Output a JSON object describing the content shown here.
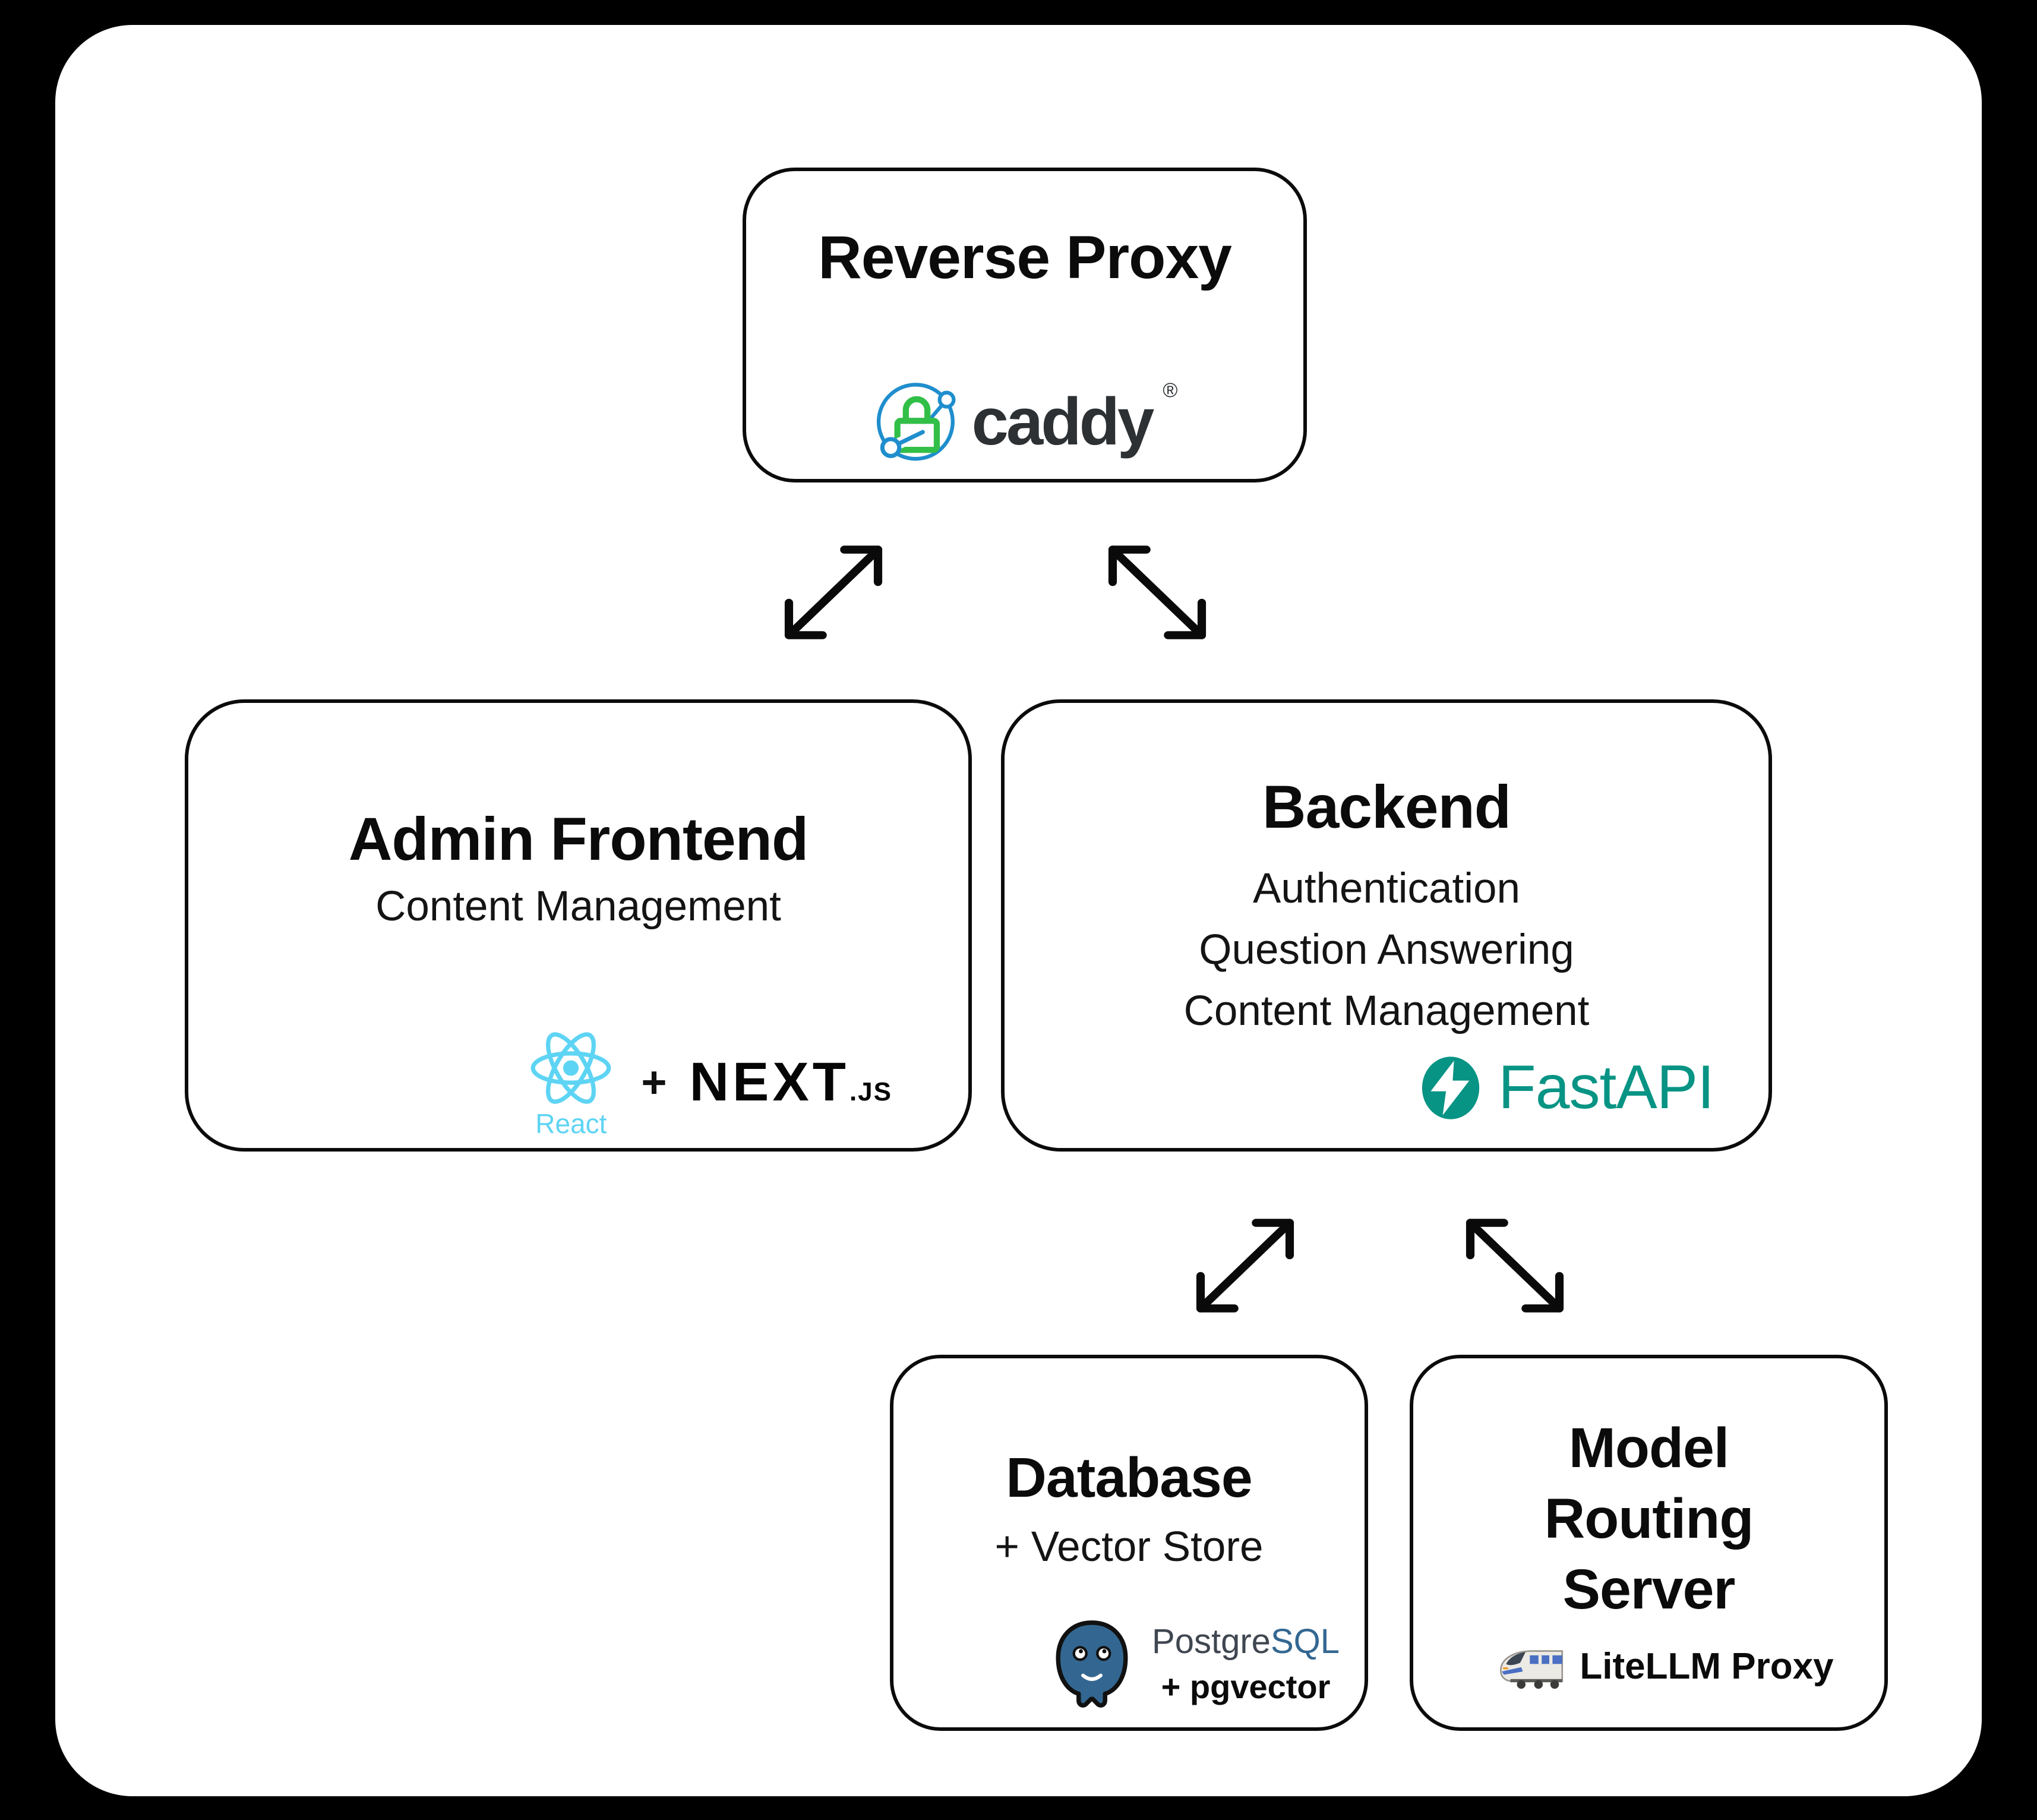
{
  "colors": {
    "background": "#000000",
    "card": "#ffffff",
    "node_border": "#0b0b0b",
    "text": "#0b0b0b",
    "caddy_blue": "#1f8ecd",
    "caddy_green": "#31bf47",
    "caddy_text": "#2d3134",
    "react_cyan": "#5ed4f4",
    "nextjs_black": "#050505",
    "fastapi_teal": "#089484",
    "postgres_blue": "#336791",
    "postgres_text": "#3f4650"
  },
  "nodes": {
    "reverse_proxy": {
      "title": "Reverse Proxy",
      "tech": {
        "name": "Caddy",
        "wordmark": "caddy",
        "registered": "®"
      }
    },
    "admin_frontend": {
      "title": "Admin Frontend",
      "subtitle": "Content Management",
      "tech": {
        "react_label": "React",
        "plus": "+",
        "next_wordmark": "NEXT",
        "next_suffix": ".JS"
      }
    },
    "backend": {
      "title": "Backend",
      "features": [
        "Authentication",
        "Question Answering",
        "Content Management"
      ],
      "tech": {
        "fastapi_label": "FastAPI"
      }
    },
    "database": {
      "title": "Database",
      "subtitle": "+ Vector Store",
      "tech": {
        "postgre": "Postgre",
        "sql": "SQL",
        "pgvector_label": "+ pgvector"
      }
    },
    "model_routing_server": {
      "title": "Model Routing Server",
      "tech": {
        "litellm_label": "LiteLLM Proxy"
      }
    }
  },
  "connections": [
    {
      "from": "Reverse Proxy",
      "to": "Admin Frontend",
      "bidirectional": true
    },
    {
      "from": "Reverse Proxy",
      "to": "Backend",
      "bidirectional": true
    },
    {
      "from": "Backend",
      "to": "Database",
      "bidirectional": true
    },
    {
      "from": "Backend",
      "to": "Model Routing Server",
      "bidirectional": true
    }
  ]
}
